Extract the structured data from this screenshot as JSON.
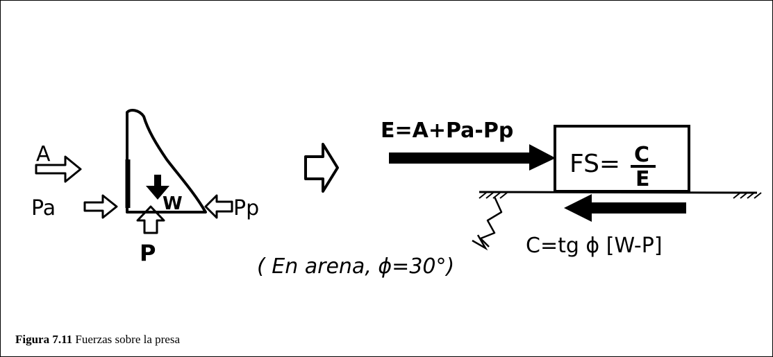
{
  "figure": {
    "labels": {
      "thrust_a": "A",
      "pa": "Pa",
      "pp": "Pp",
      "uplift": "P",
      "weight": "W",
      "driving_force": "E=A+Pa-Pp",
      "fs_prefix": "FS=",
      "fs_num": "C",
      "fs_den": "E",
      "resisting_force": "C=tg ϕ [W-P]",
      "sand_note": "( En arena, ϕ=30°)"
    },
    "caption": {
      "number": "Figura 7.11",
      "text": "Fuerzas sobre la presa"
    }
  }
}
